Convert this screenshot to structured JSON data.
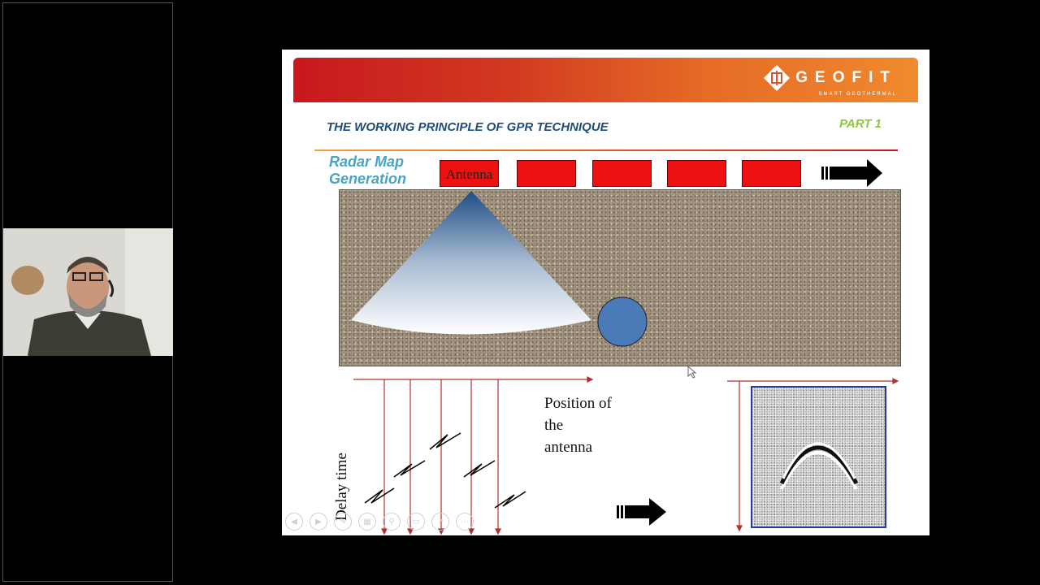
{
  "slide": {
    "brand": {
      "name": "GEOFIT",
      "tagline": "SMART GEOTHERMAL"
    },
    "title": "THE WORKING PRINCIPLE OF GPR TECHNIQUE",
    "part": "PART 1",
    "heading_line1": "Radar Map",
    "heading_line2": "Generation",
    "antenna_label": "Antenna",
    "position_line1": "Position of",
    "position_line2": "the",
    "position_line3": "antenna",
    "delay_label": "Delay time"
  },
  "colors": {
    "title": "#1e4d7a",
    "part": "#8dc63f",
    "heading": "#4aa3c4",
    "antenna": "#ee1111",
    "target": "#4a7ab8",
    "axis": "#b03030"
  },
  "presentation_controls": [
    "previous-icon",
    "next-icon",
    "pen-icon",
    "slides-icon",
    "zoom-icon",
    "subtitles-icon",
    "pointer-icon",
    "more-icon"
  ]
}
